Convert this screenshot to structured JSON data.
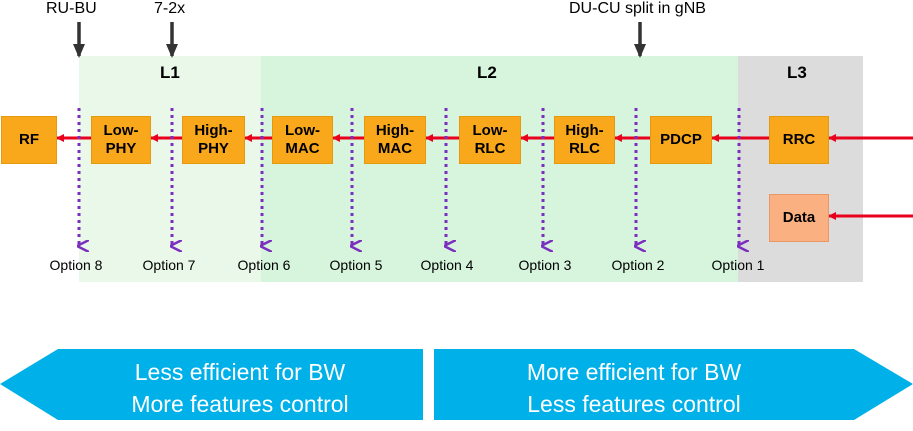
{
  "colors": {
    "l1_background": "#eaf8ea",
    "l2_background": "#d6f5dc",
    "l3_background": "#dcdcdc",
    "block": "#f9a81b",
    "data_block": "#fbb081",
    "arrow": "#e8001c",
    "option_line": "#7b2fbe",
    "banner": "#00b0e8"
  },
  "top_labels": [
    "RU-BU",
    "7-2x",
    "DU-CU split in gNB"
  ],
  "layers": [
    "L1",
    "L2",
    "L3"
  ],
  "blocks": [
    "RF",
    "Low-\nPHY",
    "High-\nPHY",
    "Low-\nMAC",
    "High-\nMAC",
    "Low-\nRLC",
    "High-\nRLC",
    "PDCP",
    "RRC"
  ],
  "data_block": "Data",
  "options": [
    "Option 8",
    "Option 7",
    "Option 6",
    "Option 5",
    "Option 4",
    "Option 3",
    "Option 2",
    "Option 1"
  ],
  "banner_left": [
    "Less efficient for BW",
    "More features control"
  ],
  "banner_right": [
    "More efficient for BW",
    "Less features control"
  ]
}
